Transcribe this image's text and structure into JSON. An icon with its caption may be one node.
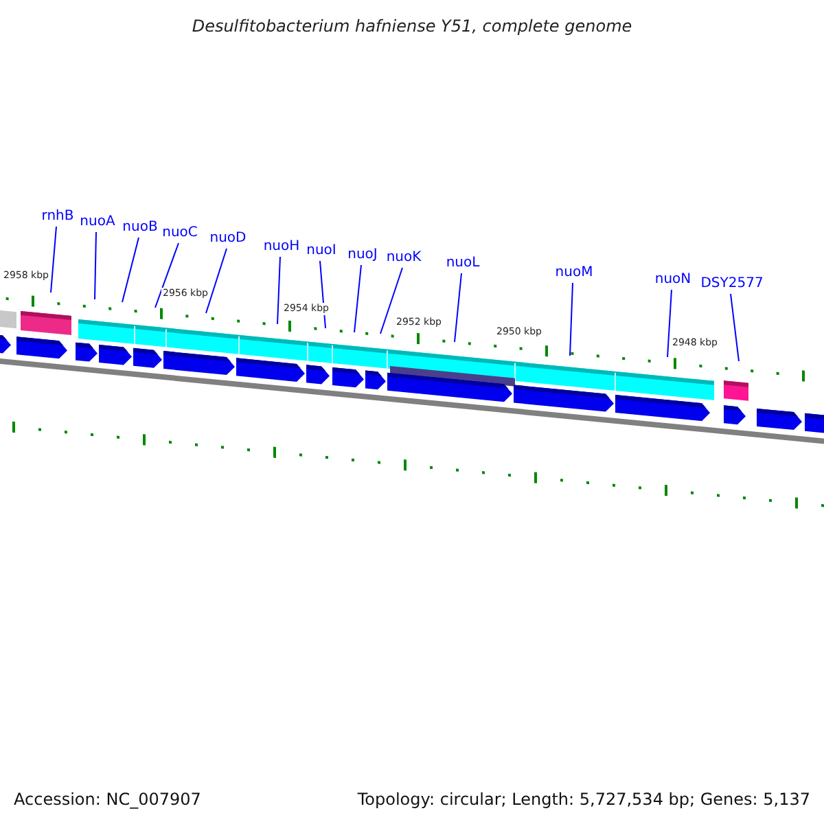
{
  "diagram": {
    "title": "Desulfitobacterium hafniense Y51, complete genome",
    "nodes": [
      {
        "text": [
          "rnhB"
        ]
      },
      {
        "text": [
          "nuoA"
        ]
      },
      {
        "text": [
          "nuoB"
        ]
      },
      {
        "text": [
          "nuoC"
        ]
      },
      {
        "text": [
          "nuoD"
        ]
      },
      {
        "text": [
          "nuoH"
        ]
      },
      {
        "text": [
          "nuoI"
        ]
      },
      {
        "text": [
          "nuoJ"
        ]
      },
      {
        "text": [
          "nuoK"
        ]
      },
      {
        "text": [
          "nuoL"
        ]
      },
      {
        "text": [
          "nuoM"
        ]
      },
      {
        "text": [
          "nuoN"
        ]
      },
      {
        "text": [
          "DSY2577"
        ]
      }
    ],
    "edges": [
      {
        "from": 0,
        "to": null,
        "arrow": "none"
      },
      {
        "from": 1,
        "to": null,
        "arrow": "none"
      },
      {
        "from": 2,
        "to": null,
        "arrow": "none"
      },
      {
        "from": 3,
        "to": null,
        "arrow": "none"
      },
      {
        "from": 4,
        "to": null,
        "arrow": "none"
      },
      {
        "from": 5,
        "to": null,
        "arrow": "none"
      },
      {
        "from": 6,
        "to": null,
        "arrow": "none"
      },
      {
        "from": 7,
        "to": null,
        "arrow": "none"
      },
      {
        "from": 8,
        "to": null,
        "arrow": "none"
      },
      {
        "from": 9,
        "to": null,
        "arrow": "none"
      },
      {
        "from": 10,
        "to": null,
        "arrow": "none"
      },
      {
        "from": 11,
        "to": null,
        "arrow": "none"
      },
      {
        "from": 12,
        "to": null,
        "arrow": "none"
      }
    ],
    "labels": [
      "2958 kbp",
      "2956 kbp",
      "2954 kbp",
      "2952 kbp",
      "2950 kbp",
      "2948 kbp",
      "Accession: NC_007907",
      "Topology: circular; Length: 5,727,534 bp; Genes: 5,137"
    ]
  }
}
